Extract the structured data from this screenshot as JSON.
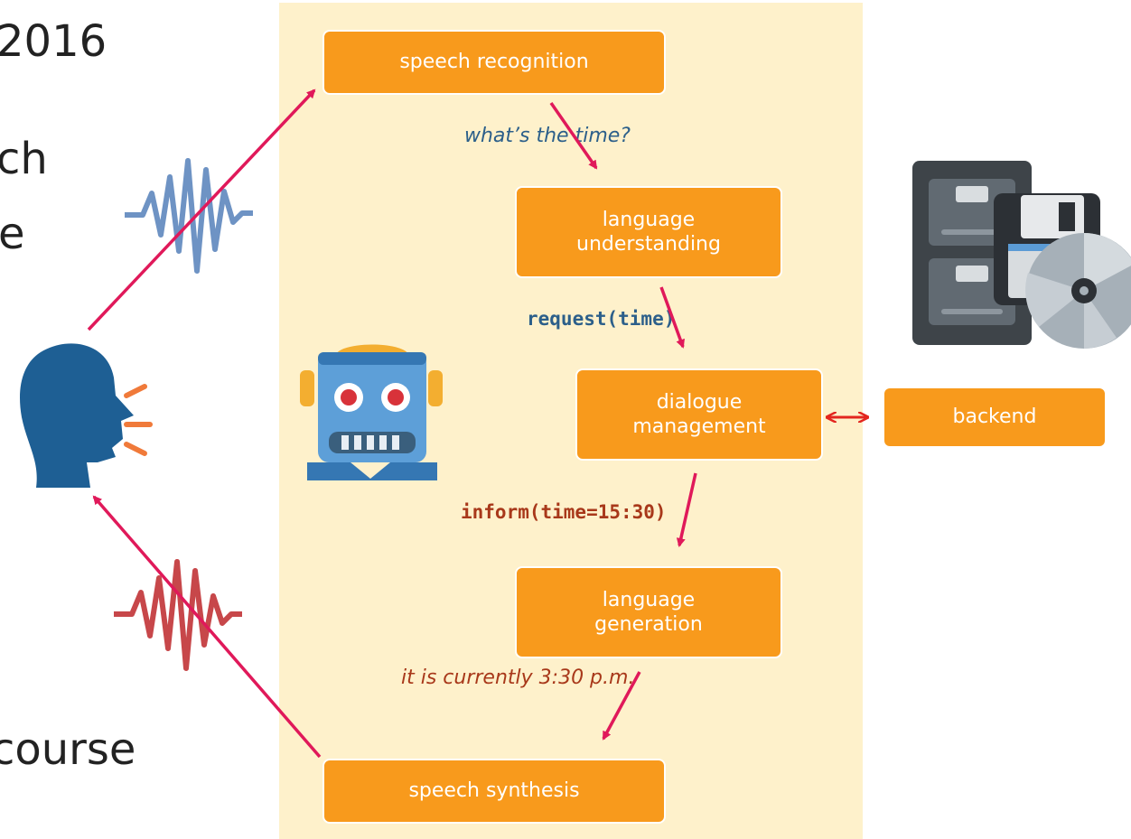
{
  "slide_fragments": {
    "line1": "2016",
    "line2": "ch",
    "line3": "e",
    "line4": "course"
  },
  "pipeline": {
    "speech_recognition": "speech recognition",
    "language_understanding": "language\nunderstanding",
    "dialogue_management": "dialogue\nmanagement",
    "language_generation": "language\ngeneration",
    "speech_synthesis": "speech synthesis",
    "backend": "backend"
  },
  "messages": {
    "user_utterance": "what’s the time?",
    "semantic_request": "request(time)",
    "system_action": "inform(time=15:30)",
    "system_utterance": "it is currently 3:30 p.m."
  },
  "icons": {
    "speaker": "speaking-head-icon",
    "robot": "robot-icon",
    "database": "file-cabinet-icon",
    "floppy": "floppy-disk-icon",
    "disc": "optical-disc-icon",
    "input_wave": "sound-wave-icon",
    "output_wave": "sound-wave-icon"
  },
  "colors": {
    "box": "#f89a1c",
    "panel": "#fef1cb",
    "arrow": "#e0195a",
    "blue_text": "#2c5f8a",
    "red_text": "#a8381a",
    "backend_link": "#e3261f"
  }
}
